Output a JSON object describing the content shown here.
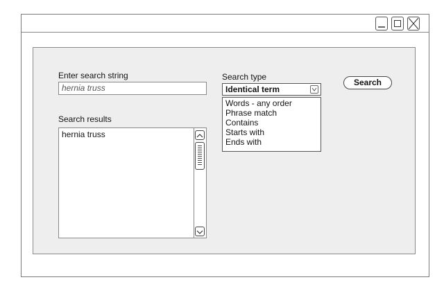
{
  "search_form": {
    "input_label": "Enter search string",
    "input_value": "hernia truss",
    "type_label": "Search type",
    "selected_type": "Identical term",
    "type_options": [
      "Words - any order",
      "Phrase match",
      "Contains",
      "Starts with",
      "Ends with"
    ],
    "search_button": "Search"
  },
  "results": {
    "label": "Search results",
    "items": [
      "hernia truss"
    ]
  },
  "icons": {
    "minimize": "minimize-icon",
    "maximize": "maximize-icon",
    "close": "close-icon",
    "dropdown": "chevron-down-icon",
    "scroll_up": "chevron-up-icon",
    "scroll_down": "chevron-down-icon"
  }
}
